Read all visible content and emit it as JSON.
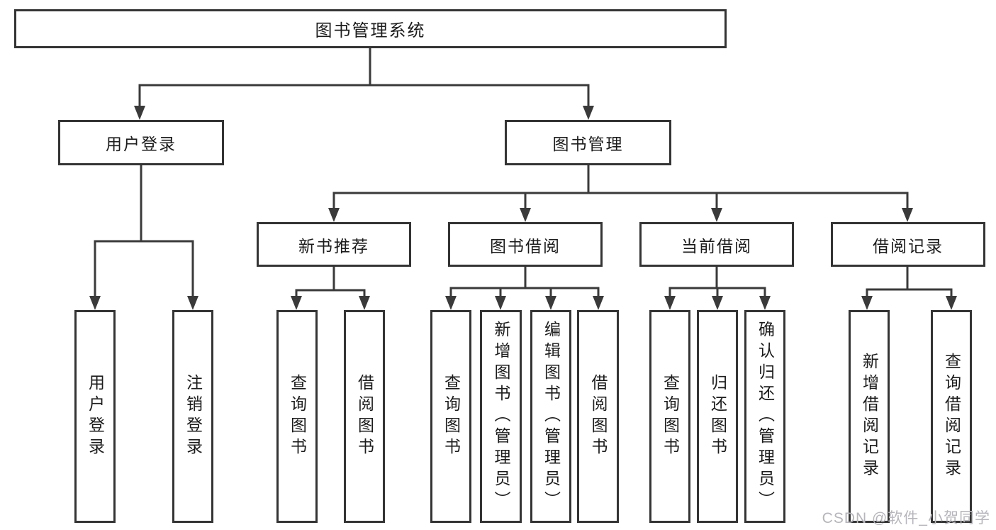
{
  "watermark": "CSDN @软件_小贺同学",
  "colors": {
    "line": "#3a3a3a",
    "box_border": "#343434",
    "text": "#1c1c1c",
    "watermark_text": "#b6b6bb",
    "background": "#ffffff"
  },
  "tree": {
    "label": "图书管理系统",
    "children": [
      {
        "label": "用户登录",
        "children": [
          {
            "label": "用户登录"
          },
          {
            "label": "注销登录"
          }
        ]
      },
      {
        "label": "图书管理",
        "children": [
          {
            "label": "新书推荐",
            "children": [
              {
                "label": "查询图书"
              },
              {
                "label": "借阅图书"
              }
            ]
          },
          {
            "label": "图书借阅",
            "children": [
              {
                "label": "查询图书"
              },
              {
                "label": "新增图书（管理员）"
              },
              {
                "label": "编辑图书（管理员）"
              },
              {
                "label": "借阅图书"
              }
            ]
          },
          {
            "label": "当前借阅",
            "children": [
              {
                "label": "查询图书"
              },
              {
                "label": "归还图书"
              },
              {
                "label": "确认归还（管理员）"
              }
            ]
          },
          {
            "label": "借阅记录",
            "children": [
              {
                "label": "新增借阅记录"
              },
              {
                "label": "查询借阅记录"
              }
            ]
          }
        ]
      }
    ]
  }
}
